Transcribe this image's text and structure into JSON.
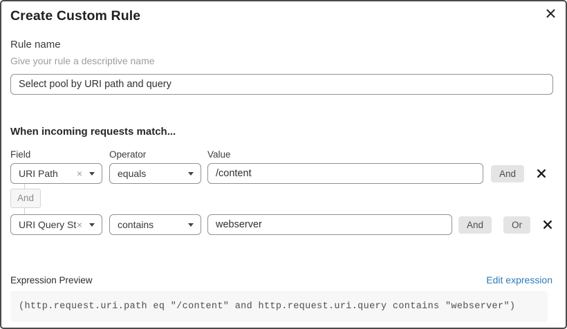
{
  "dialog": {
    "title": "Create Custom Rule"
  },
  "rule_name": {
    "label": "Rule name",
    "helper": "Give your rule a descriptive name",
    "value": "Select pool by URI path and query"
  },
  "match": {
    "heading": "When incoming requests match...",
    "columns": {
      "field": "Field",
      "operator": "Operator",
      "value": "Value"
    },
    "connector": "And",
    "rows": [
      {
        "field": "URI Path",
        "operator": "equals",
        "value": "/content",
        "and_label": "And"
      },
      {
        "field": "URI Query St...",
        "operator": "contains",
        "value": "webserver",
        "and_label": "And",
        "or_label": "Or"
      }
    ]
  },
  "expression": {
    "label": "Expression Preview",
    "edit_link": "Edit expression",
    "code": "(http.request.uri.path eq \"/content\" and http.request.uri.query contains \"webserver\")"
  },
  "icons": {
    "clear": "×"
  },
  "colors": {
    "link_blue": "#2b7bb9",
    "button_gray": "#e4e4e4",
    "code_background": "#f7f7f7",
    "dialog_border": "#4a4a4a"
  }
}
